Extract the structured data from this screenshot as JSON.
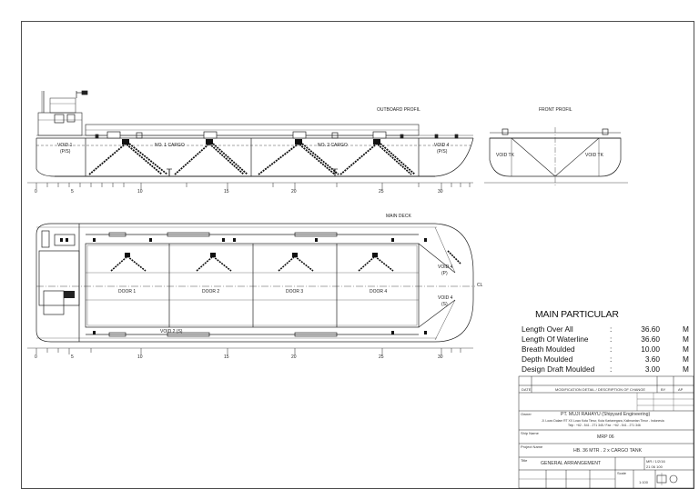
{
  "profile": {
    "title": "OUTBOARD PROFIL",
    "void_ps_label_1": "VOID 1",
    "void_ps_label_2": "(P/S)",
    "cargo1": "NO. 1 CARGO",
    "cargo2": "NO. 2 CARGO",
    "void4_label_1": "VOID 4",
    "void4_label_2": "(P/S)"
  },
  "front": {
    "title": "FRONT PROFIL",
    "void_left": "VOID TK",
    "void_right": "VOID TK"
  },
  "deck": {
    "title": "MAIN DECK",
    "deck_label": "",
    "doors": [
      "DOOR 1",
      "DOOR 2",
      "DOOR 3",
      "DOOR 4"
    ],
    "void_p_1": "VOID 4",
    "void_p_2": "(P)",
    "void_s_1": "VOID 4",
    "void_s_2": "(S)",
    "void_bottom": "VOID 2 (S)",
    "centerline": "CL"
  },
  "frame_numbers": [
    "0",
    "5",
    "10",
    "15",
    "20",
    "25",
    "30"
  ],
  "main_particular": {
    "title": "MAIN PARTICULAR",
    "rows": [
      {
        "label": "Length Over All",
        "value": "36.60",
        "unit": "M"
      },
      {
        "label": "Length Of Waterline",
        "value": "36.60",
        "unit": "M"
      },
      {
        "label": "Breath Moulded",
        "value": "10.00",
        "unit": "M"
      },
      {
        "label": "Depth Moulded",
        "value": "3.60",
        "unit": "M"
      },
      {
        "label": "Design Draft Moulded",
        "value": "3.00",
        "unit": "M"
      }
    ],
    "colon": ":"
  },
  "title_block": {
    "company": "PT. MUJI RAHAYU (Shipyard Engineering)",
    "address": "Jl. Lowo Dalam RT XX Lowo Kota Timur, Kuta Kartanegara, Kalimantan Timur - Indonesia",
    "phone": "Telp : +62 - 541 - 271 345  /  Fax : +62 - 541 - 271 346",
    "ship_name": "MRP 06",
    "project": "HB. 36 MTR . 2 x CARGO TANK",
    "drawing_title": "GENERAL ARRANGEMENT",
    "head_date": "DATE",
    "head_desc": "MODIFICATION DETAIL / DESCRIPTION OF CHANGE",
    "head_by": "BY",
    "head_ap": "AP",
    "owner_label": "Owner",
    "ship_label": "Ship Name",
    "project_label": "Project Name",
    "title_label": "Title",
    "scale_label": "Scale",
    "scale_value": "1:100",
    "drawn_no": "MR / 1/2/16",
    "sheet_no": "21 06 100"
  }
}
